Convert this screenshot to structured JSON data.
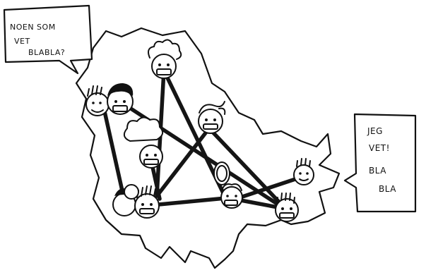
{
  "bubble_left": {
    "lines": [
      "NOEN SOM",
      "VET",
      "BLABLA?"
    ]
  },
  "bubble_right": {
    "lines": [
      "JEG",
      "VET!",
      "BLA",
      "BLA"
    ]
  },
  "colors": {
    "ink": "#111111",
    "paper": "#ffffff"
  },
  "icons": {
    "person": "person-face-icon",
    "network": "network-links"
  }
}
